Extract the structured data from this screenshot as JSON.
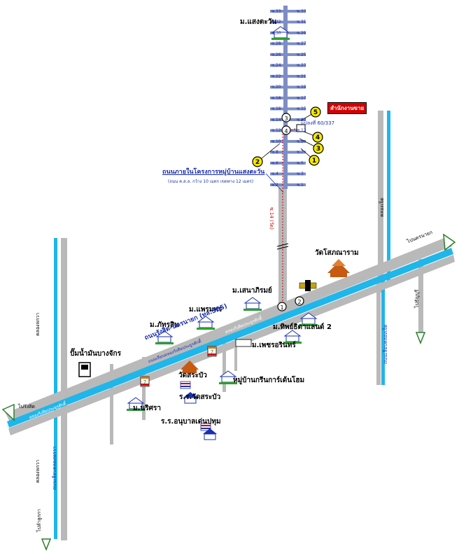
{
  "project_site": {
    "name": "ม.แสงตะวัน",
    "office_tag": "สำนักงานขาย",
    "lot_label": "แปลงที่ 60/337",
    "inner_road": "ถนนภายในโครงการหมู่บ้านแสงตะวัน",
    "inner_road_spec": "(ถนน ค.ส.ล. กว้าง 10 เมตร เขตทาง 12 เมตร)",
    "access_road": "ซ.14 (วัด)"
  },
  "soi_labels_left": [
    "ซ.33",
    "ซ.32",
    "ซ.30",
    "ซ.28",
    "ซ.26",
    "ซ.24",
    "ซ.22",
    "ซ.20",
    "ซ.18",
    "ซ.16",
    "ซ.14",
    "ซ.12",
    "ซ.10",
    "ซ.8",
    "ซ.6",
    "ซ.4",
    "ซ.2"
  ],
  "soi_labels_right": [
    "ซ.33",
    "ซ.31",
    "ซ.29",
    "ซ.27",
    "ซ.25",
    "ซ.23",
    "ซ.21",
    "ซ.19",
    "ซ.17",
    "ซ.15",
    "ซ.13",
    "ซ.11",
    "ซ.9",
    "ซ.7",
    "ซ.5",
    "ซ.3",
    "ซ.1"
  ],
  "markers": [
    "1",
    "2",
    "3",
    "4",
    "5"
  ],
  "roads": {
    "main": "ถนนรังสิต-นครนายก (ทล.305)",
    "parallel": "คลองรังสิตประยูรศักดิ์",
    "parallel_2": "ถนนเลียบคลองรังสิตประยูรศักดิ์",
    "canal_left": "คลองหกวา",
    "canal_left_road": "ถนนเลียบคลองหกวา",
    "canal_right": "คลองเจ็ด",
    "canal_right_road": "ถนนเลียบคลองเจ็ด",
    "to_left": "ไปรังสิต",
    "to_right": "ไปนครนายก",
    "down_left": "ไปลำลูกกา",
    "down_right": "ไปธัญบุรี"
  },
  "landmarks": {
    "temple_main": "วัดโสภณาราม",
    "village_sena": "ม.เสนาภิรมย์",
    "village_phraphat": "ม.แพรมพร",
    "village_phatra": "ม.ภัทรสิน",
    "village_tip": "ม.ทิพย์ธิดาแลนด์ 2",
    "village_phet": "ม.เพชรอรินทร์",
    "gas": "ปั๊มน้ำมันบางจักร",
    "temple_small": "วัดสระบัว",
    "school_1": "ร.ร.วัดสระบัว",
    "school_2": "ร.ร.อนุบาลเด่นปทุม",
    "village_green": "หมู่บ้านกรีนการ์เด้นโฮม",
    "village_nat": "ม.นริศรา",
    "seven_eleven": "7-Eleven",
    "bank": "ธนาคาร"
  },
  "colors": {
    "road_gray": "#b9b9b9",
    "canal_blue": "#1fb6ea",
    "soi_blue": "#7e8ec4",
    "label_blue": "#1a2fb0",
    "marker_yellow": "#f7e900",
    "sign_red": "#d40000",
    "house_green": "#2ca02c",
    "temple_orange": "#c65a12"
  }
}
